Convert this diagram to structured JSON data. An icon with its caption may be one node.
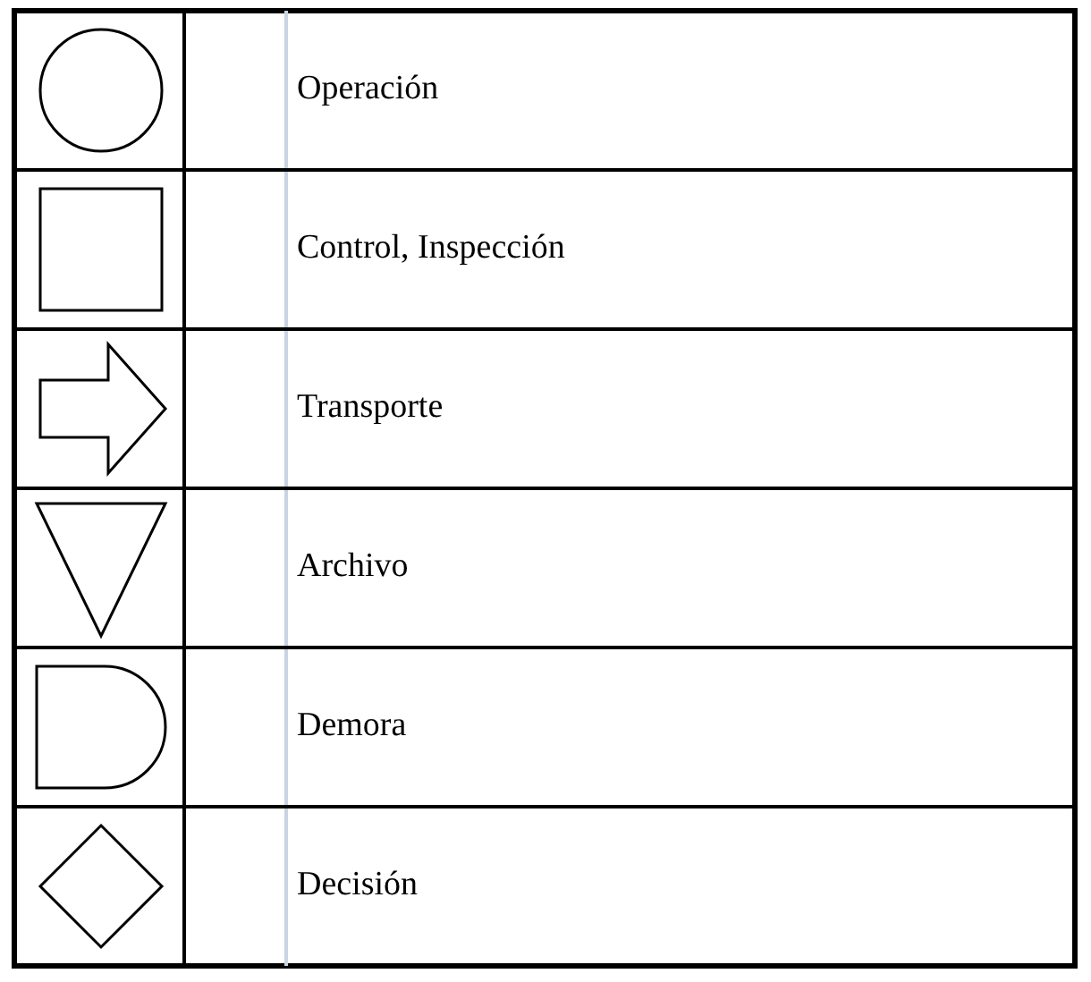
{
  "diagram": {
    "legend": [
      {
        "text": "Operación"
      },
      {
        "text": "Control, Inspección"
      },
      {
        "text": "Transporte"
      },
      {
        "text": "Archivo"
      },
      {
        "text": "Demora"
      },
      {
        "text": "Decisión"
      }
    ]
  }
}
